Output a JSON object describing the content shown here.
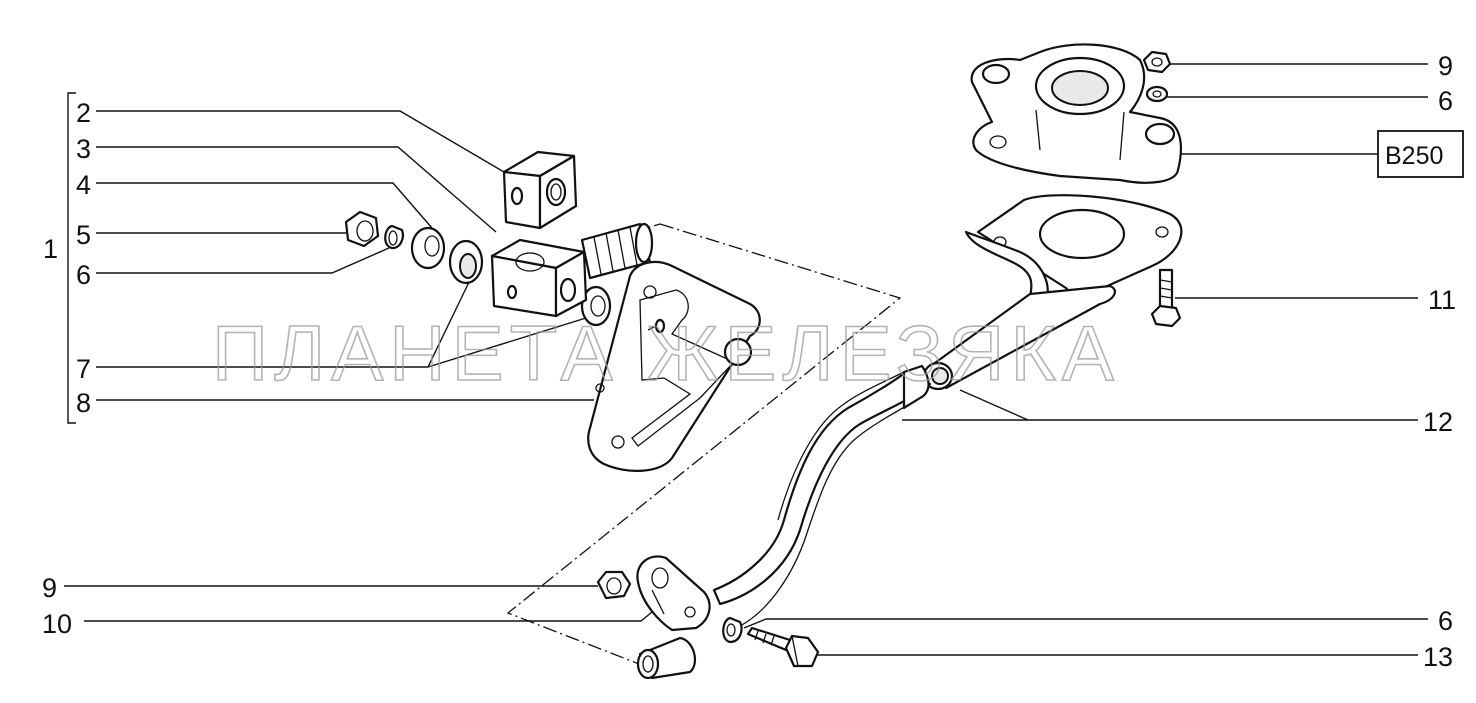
{
  "diagram": {
    "callouts_left": [
      {
        "id": "c1",
        "label": "1"
      },
      {
        "id": "c2",
        "label": "2"
      },
      {
        "id": "c3",
        "label": "3"
      },
      {
        "id": "c4",
        "label": "4"
      },
      {
        "id": "c5",
        "label": "5"
      },
      {
        "id": "c6",
        "label": "6"
      },
      {
        "id": "c7",
        "label": "7"
      },
      {
        "id": "c8",
        "label": "8"
      },
      {
        "id": "c9b",
        "label": "9"
      },
      {
        "id": "c10",
        "label": "10"
      }
    ],
    "callouts_right": [
      {
        "id": "r9",
        "label": "9"
      },
      {
        "id": "r6a",
        "label": "6"
      },
      {
        "id": "r11",
        "label": "11"
      },
      {
        "id": "r12",
        "label": "12"
      },
      {
        "id": "r6b",
        "label": "6"
      },
      {
        "id": "r13",
        "label": "13"
      }
    ],
    "reference_box": "B250",
    "watermark": "ПЛАНЕТА ЖЕЛЕЗЯКА"
  }
}
